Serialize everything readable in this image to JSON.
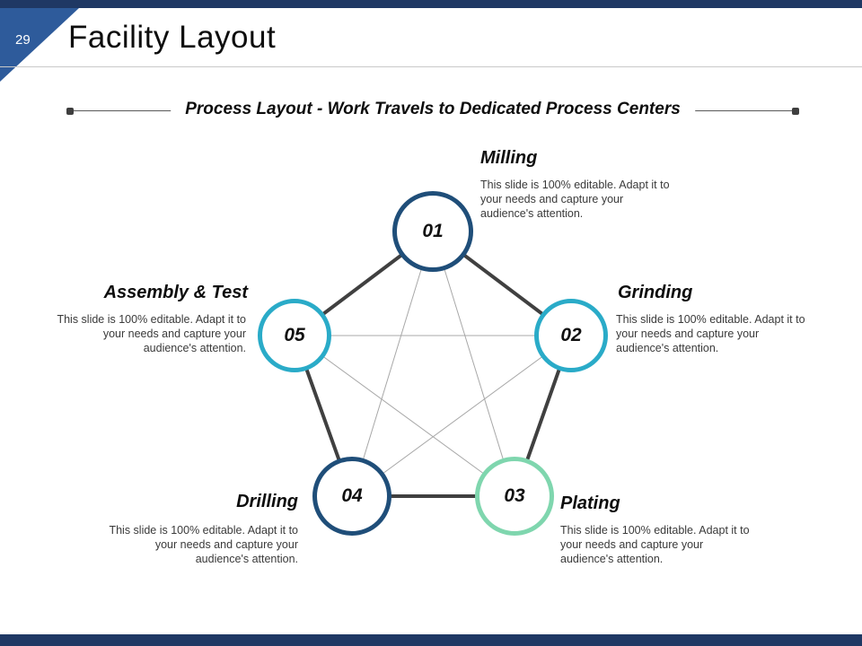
{
  "slide": {
    "page_number": "29",
    "title": "Facility Layout",
    "subtitle": "Process Layout - Work Travels to Dedicated Process Centers",
    "top_bar_color": "#1f3864",
    "bottom_bar_color": "#1f3864",
    "page_flag_color": "#2e5b9b"
  },
  "diagram": {
    "edge_color": "#404040",
    "diagonal_color": "#a8a8a8",
    "nodes": [
      {
        "number": "01",
        "label": "Milling",
        "color": "#1f4e79",
        "description": "This slide is 100% editable. Adapt it to your needs and capture your audience's attention."
      },
      {
        "number": "02",
        "label": "Grinding",
        "color": "#2aabc8",
        "description": "This slide is 100% editable. Adapt it to your needs and capture your audience's attention."
      },
      {
        "number": "03",
        "label": "Plating",
        "color": "#7fd6ae",
        "description": "This slide is 100% editable. Adapt it to your needs and capture your audience's attention."
      },
      {
        "number": "04",
        "label": "Drilling",
        "color": "#1f4e79",
        "description": "This slide is 100% editable. Adapt it to your needs and capture your audience's attention."
      },
      {
        "number": "05",
        "label": "Assembly & Test",
        "color": "#2aabc8",
        "description": "This slide is 100% editable. Adapt it to your needs and capture your audience's attention."
      }
    ]
  }
}
